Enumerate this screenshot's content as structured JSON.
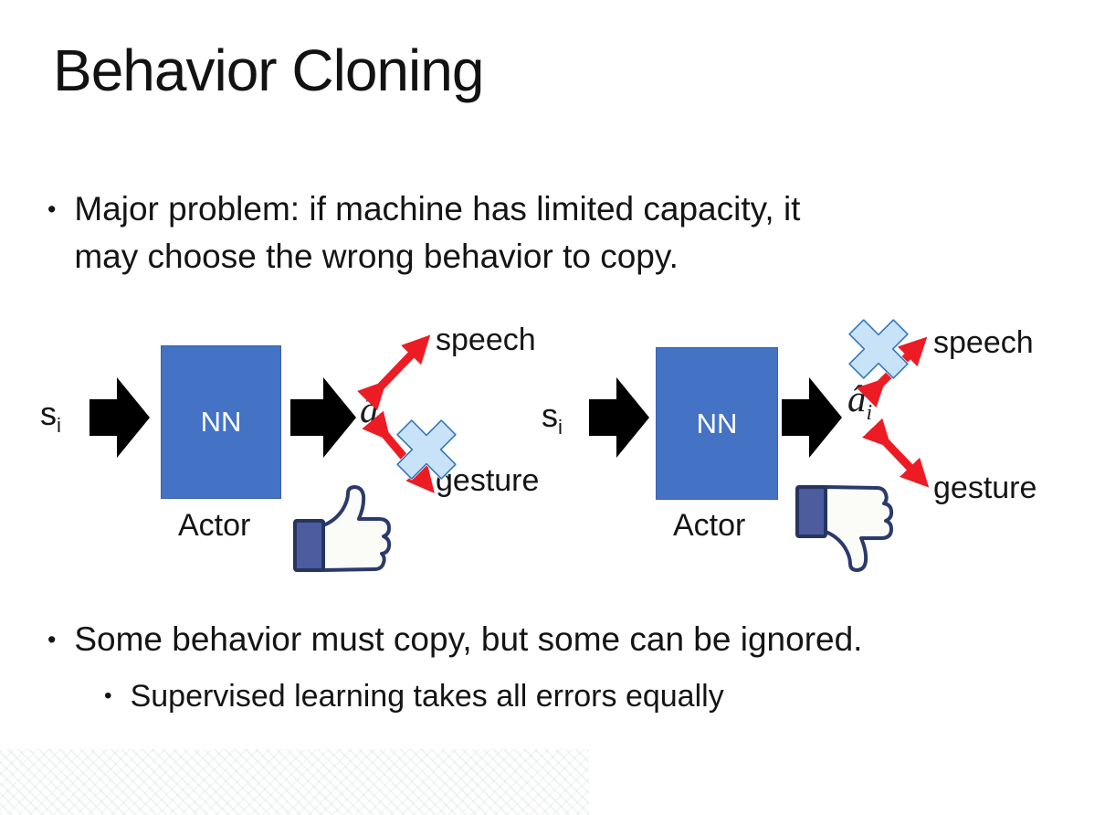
{
  "slide": {
    "title": "Behavior Cloning",
    "bullet_marker": "•",
    "bullets": [
      {
        "level": 1,
        "lines": [
          "Major problem: if machine has limited capacity, it",
          "may choose the wrong behavior to copy."
        ]
      },
      {
        "level": 1,
        "lines": [
          "Some behavior must copy, but some can be ignored."
        ]
      },
      {
        "level": 2,
        "lines": [
          "Supervised learning takes all errors equally"
        ]
      }
    ]
  },
  "diagrams": [
    {
      "input_label": "s",
      "input_sub": "i",
      "box_label": "NN",
      "box_caption": "Actor",
      "output_label": "â",
      "output_sub": "i",
      "outputs": [
        {
          "label": "speech",
          "crossed_out": false
        },
        {
          "label": "gesture",
          "crossed_out": true
        }
      ],
      "feedback_icon": "thumbs-up"
    },
    {
      "input_label": "s",
      "input_sub": "i",
      "box_label": "NN",
      "box_caption": "Actor",
      "output_label": "â",
      "output_sub": "i",
      "outputs": [
        {
          "label": "speech",
          "crossed_out": true
        },
        {
          "label": "gesture",
          "crossed_out": false
        }
      ],
      "feedback_icon": "thumbs-down"
    }
  ],
  "colors": {
    "nn_box": "#4472C4",
    "nn_text": "#FFFFFF",
    "flow_arrow": "#000000",
    "branch_arrow": "#ED1C24",
    "cross_mark_light": "#A8D4F5",
    "cross_mark_dark": "#2E75B6",
    "thumb_outline": "#2B3A6B",
    "thumb_cuff": "#4C5C9E",
    "text": "#141414"
  }
}
